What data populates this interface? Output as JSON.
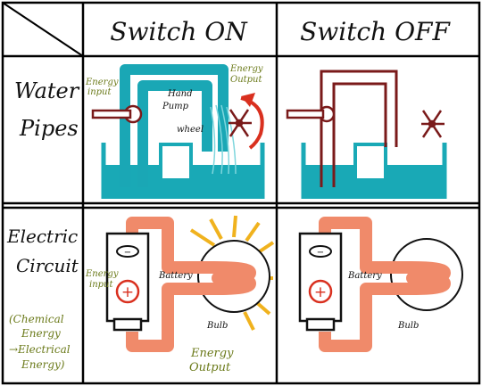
{
  "header": {
    "col_on": "Switch ON",
    "col_off": "Switch OFF"
  },
  "rows": {
    "water": [
      "Water",
      "Pipes"
    ],
    "electric": [
      "Electric",
      "Circuit"
    ]
  },
  "water_on": {
    "energy_input": [
      "Energy",
      "input"
    ],
    "energy_output": [
      "Energy",
      "Output"
    ],
    "hand_pump": [
      "Hand",
      "Pump"
    ],
    "wheel": "wheel"
  },
  "electric_on": {
    "energy_input": [
      "Energy",
      "input"
    ],
    "battery": "Battery",
    "bulb": "Bulb",
    "energy_output": [
      "Energy",
      "Output"
    ]
  },
  "electric_off": {
    "battery": "Battery",
    "bulb": "Bulb"
  },
  "chem_note": [
    "(Chemical",
    "Energy",
    "→Electrical",
    "Energy)"
  ],
  "battery_minus": "−",
  "battery_plus": "+",
  "colors": {
    "pipe_on": "#1aa7b5",
    "pipe_off": "#7a1a1a",
    "water": "#19a9b6",
    "wire": "#f08a6a",
    "ray": "#f0b21e",
    "arrow_red": "#d9301f",
    "annot_green": "#6b7a1a"
  }
}
